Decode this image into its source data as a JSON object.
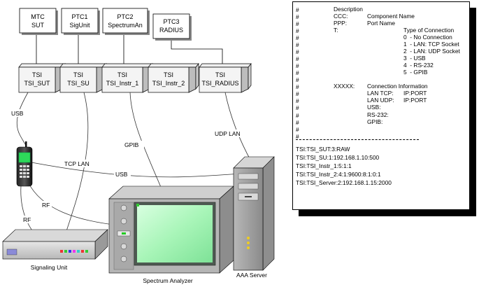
{
  "ptc_boxes": [
    {
      "l1": "MTC",
      "l2": "SUT"
    },
    {
      "l1": "PTC1",
      "l2": "SigUnit"
    },
    {
      "l1": "PTC2",
      "l2": "SpectrumAn"
    },
    {
      "l1": "PTC3",
      "l2": "RADIUS"
    }
  ],
  "tsi_boxes": [
    {
      "l1": "TSI",
      "l2": "TSI_SUT"
    },
    {
      "l1": "TSI",
      "l2": "TSI_SU"
    },
    {
      "l1": "TSI",
      "l2": "TSI_Instr_1"
    },
    {
      "l1": "TSI",
      "l2": "TSI_Instr_2"
    },
    {
      "l1": "TSI",
      "l2": "TSI_RADIUS"
    }
  ],
  "connections": {
    "usb_top": "USB",
    "gpib": "GPIB",
    "udp_lan": "UDP LAN",
    "tcp_lan": "TCP LAN",
    "usb_mid": "USB",
    "rf_right": "RF",
    "rf_left": "RF"
  },
  "devices": {
    "signaling_unit": "Signaling Unit",
    "spectrum_analyzer": "Spectrum Analyzer",
    "aaa_server": "AAA Server"
  },
  "config_panel": {
    "hash": "#",
    "description_title": "Description",
    "rows": [
      {
        "key": "CCC:",
        "val": "Component Name"
      },
      {
        "key": "PPP:",
        "val": "Port Name"
      },
      {
        "key": "T:",
        "val": ""
      }
    ],
    "type_title": "Type of Connection",
    "types": [
      "0  - No Connection",
      "1  - LAN: TCP Socket",
      "2  - LAN: UDP Socket",
      "3  - USB",
      "4  - RS-232",
      "5  - GPIB"
    ],
    "xxxxx_key": "XXXXX:",
    "conn_info_title": "Connection Information",
    "conn_rows": [
      {
        "key": "LAN TCP:",
        "val": "IP:PORT"
      },
      {
        "key": "LAN UDP:",
        "val": "IP:PORT"
      },
      {
        "key": "USB:",
        "val": ""
      },
      {
        "key": "RS-232:",
        "val": ""
      },
      {
        "key": "GPIB:",
        "val": ""
      }
    ],
    "examples": [
      "TSI:TSI_SUT:3:RAW",
      "TSI:TSI_SU:1:192.168.1.10:500",
      "TSI:TSI_Instr_1:5:1:1",
      "TSI:TSI_Instr_2:4:1:9600:8:1:0:1",
      "TSI:TSI_Server:2:192.168.1.15:2000"
    ]
  }
}
